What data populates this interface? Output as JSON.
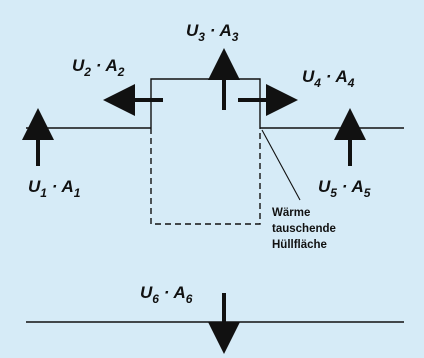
{
  "colors": {
    "background": "#d6ebf7",
    "ink": "#111111"
  },
  "labels": {
    "u1": {
      "sym": "U",
      "sub": "1",
      "dot": " · ",
      "sym2": "A",
      "sub2": "1"
    },
    "u2": {
      "sym": "U",
      "sub": "2",
      "dot": " · ",
      "sym2": "A",
      "sub2": "2"
    },
    "u3": {
      "sym": "U",
      "sub": "3",
      "dot": " · ",
      "sym2": "A",
      "sub2": "3"
    },
    "u4": {
      "sym": "U",
      "sub": "4",
      "dot": " · ",
      "sym2": "A",
      "sub2": "4"
    },
    "u5": {
      "sym": "U",
      "sub": "5",
      "dot": " · ",
      "sym2": "A",
      "sub2": "5"
    },
    "u6": {
      "sym": "U",
      "sub": "6",
      "dot": " · ",
      "sym2": "A",
      "sub2": "6"
    }
  },
  "annotation": {
    "line1": "Wärme",
    "line2": "tauschende",
    "line3": "Hüllfläche"
  }
}
